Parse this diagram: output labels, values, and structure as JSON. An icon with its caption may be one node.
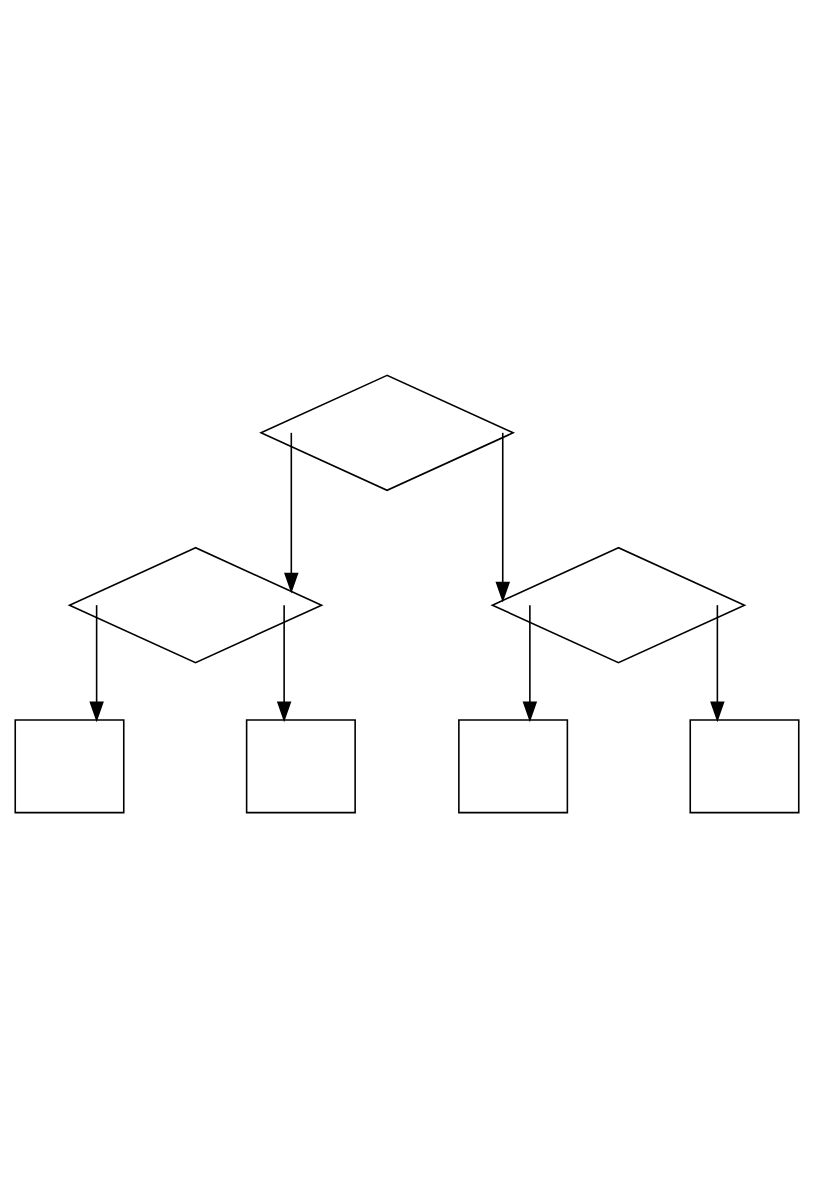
{
  "diagram": {
    "nodes": [
      {
        "text": [],
        "shape": "diamond"
      },
      {
        "text": [],
        "shape": "diamond"
      },
      {
        "text": [],
        "shape": "diamond"
      },
      {
        "text": [],
        "shape": "box"
      },
      {
        "text": [],
        "shape": "box"
      },
      {
        "text": [],
        "shape": "box"
      },
      {
        "text": [],
        "shape": "box"
      }
    ],
    "edges": [
      {
        "from": 0,
        "to": 1,
        "arrow": "to"
      },
      {
        "from": 0,
        "to": 2,
        "arrow": "to"
      },
      {
        "from": 1,
        "to": 3,
        "arrow": "to"
      },
      {
        "from": 1,
        "to": 4,
        "arrow": "to"
      },
      {
        "from": 2,
        "to": 5,
        "arrow": "to"
      },
      {
        "from": 2,
        "to": 6,
        "arrow": "to"
      }
    ]
  }
}
